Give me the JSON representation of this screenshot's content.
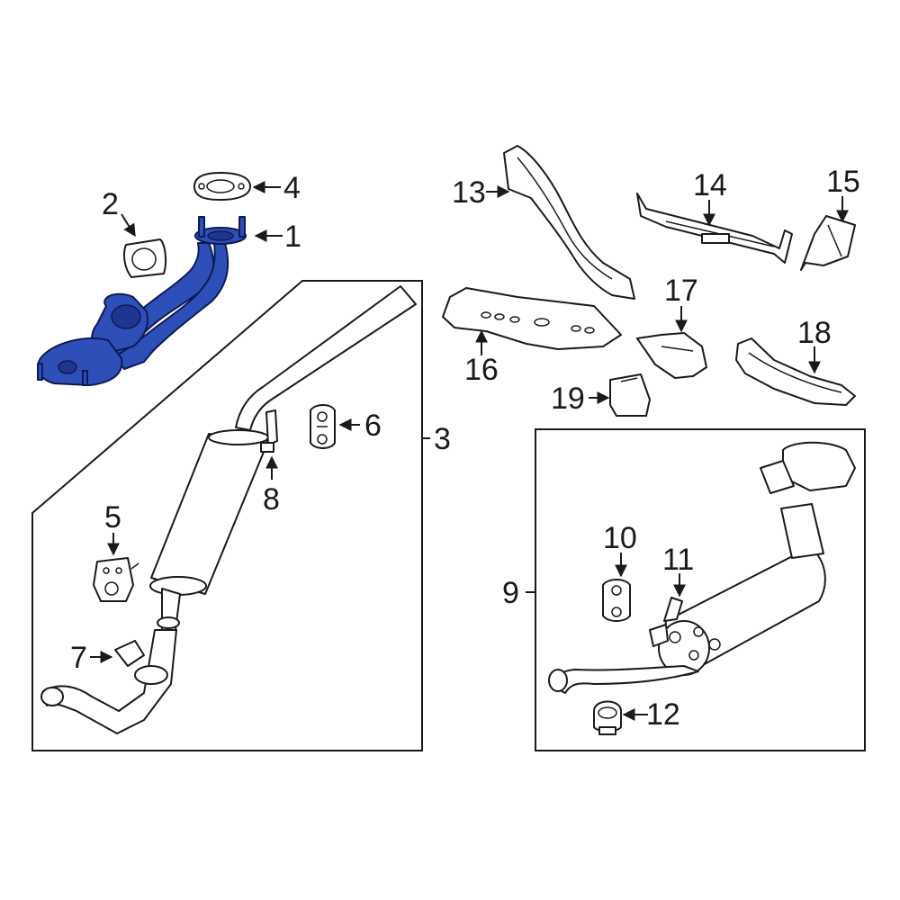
{
  "colors": {
    "highlight": "#2f4fb8",
    "line": "#1a1a1a",
    "background": "#ffffff"
  },
  "callouts": {
    "c1": "1",
    "c2": "2",
    "c3": "3",
    "c4": "4",
    "c5": "5",
    "c6": "6",
    "c7": "7",
    "c8": "8",
    "c9": "9",
    "c10": "10",
    "c11": "11",
    "c12": "12",
    "c13": "13",
    "c14": "14",
    "c15": "15",
    "c16": "16",
    "c17": "17",
    "c18": "18",
    "c19": "19"
  }
}
